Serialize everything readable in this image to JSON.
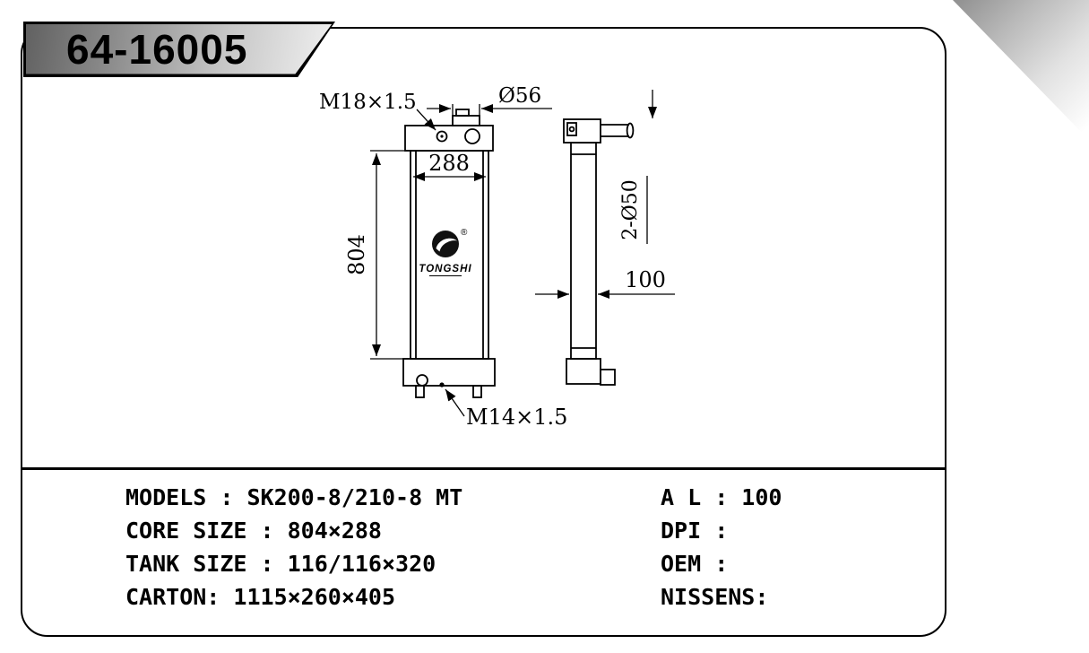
{
  "banner": {
    "part_number": "64-16005"
  },
  "drawing": {
    "labels": {
      "thread_top": "M18×1.5",
      "neck_diameter": "Ø56",
      "core_width": "288",
      "core_height": "804",
      "thread_bottom": "M14×1.5",
      "pipe_diameter": "2-Ø50",
      "depth": "100"
    },
    "logo": {
      "brand": "TONGSHI",
      "registered_mark": "®"
    }
  },
  "specs": {
    "left": [
      "MODELS : SK200-8/210-8 MT",
      "CORE SIZE : 804×288",
      "TANK SIZE : 116/116×320",
      "CARTON: 1115×260×405"
    ],
    "right": [
      "A L : 100",
      "DPI :",
      "OEM :",
      "NISSENS:"
    ]
  }
}
